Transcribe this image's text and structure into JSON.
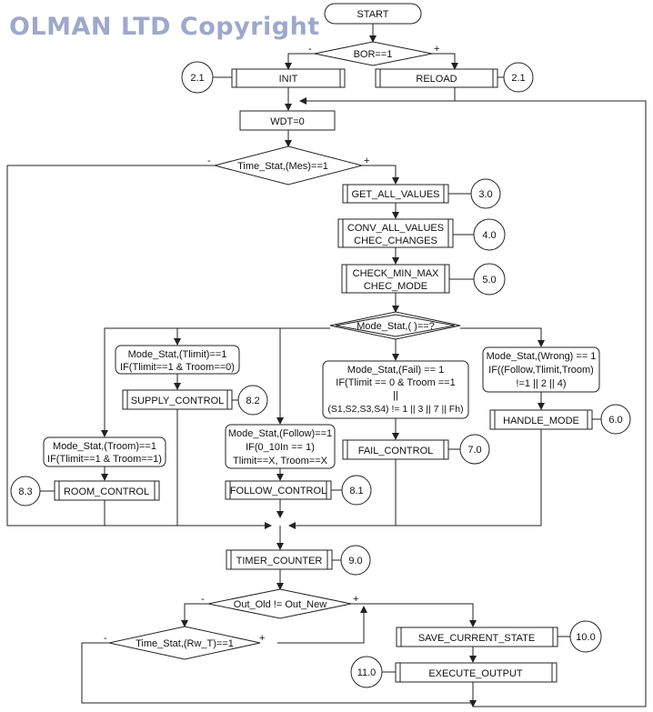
{
  "watermark": "OLMAN LTD Copyright",
  "nodes": {
    "start": "START",
    "bor": "BOR==1",
    "init": "INIT",
    "reload": "RELOAD",
    "wdt": "WDT=0",
    "time_mes": "Time_Stat,(Mes)==1",
    "get_all": "GET_ALL_VALUES",
    "conv_1": "CONV_ALL_VALUES",
    "conv_2": "CHEC_CHANGES",
    "check_1": "CHECK_MIN_MAX",
    "check_2": "CHEC_MODE",
    "mode_stat": "Mode_Stat,(  )==?",
    "tlimit_1": "Mode_Stat,(Tlimit)==1",
    "tlimit_2": "IF(Tlimit==1 & Troom==0)",
    "supply": "SUPPLY_CONTROL",
    "troom_1": "Mode_Stat,(Troom)==1",
    "troom_2": "IF(Tlimit==1 & Troom==1)",
    "room": "ROOM_CONTROL",
    "follow_1": "Mode_Stat,(Follow)==1",
    "follow_2": "IF(0_10In == 1)",
    "follow_3": "Tlimit==X, Troom==X",
    "follow_ctrl": "FOLLOW_CONTROL",
    "fail_1": "Mode_Stat,(Fail) == 1",
    "fail_2": "IF(Tlimit == 0 & Troom ==1",
    "fail_3": "||",
    "fail_4": "(S1,S2,S3,S4) != 1 || 3 || 7 || Fh)",
    "fail_ctrl": "FAIL_CONTROL",
    "wrong_1": "Mode_Stat,(Wrong) == 1",
    "wrong_2": "IF((Follow,Tlimit,Troom)",
    "wrong_3": "!=1 || 2 || 4)",
    "handle": "HANDLE_MODE",
    "timer": "TIMER_COUNTER",
    "out_old": "Out_Old != Out_New",
    "time_rw": "Time_Stat,(Rw_T)==1",
    "save": "SAVE_CURRENT_STATE",
    "execute": "EXECUTE_OUTPUT"
  },
  "refs": {
    "init": "2.1",
    "reload": "2.1",
    "get_all": "3.0",
    "conv": "4.0",
    "check": "5.0",
    "handle": "6.0",
    "fail": "7.0",
    "follow": "8.1",
    "supply": "8.2",
    "room": "8.3",
    "timer": "9.0",
    "save": "10.0",
    "execute": "11.0"
  },
  "signs": {
    "minus": "-",
    "plus": "+"
  }
}
